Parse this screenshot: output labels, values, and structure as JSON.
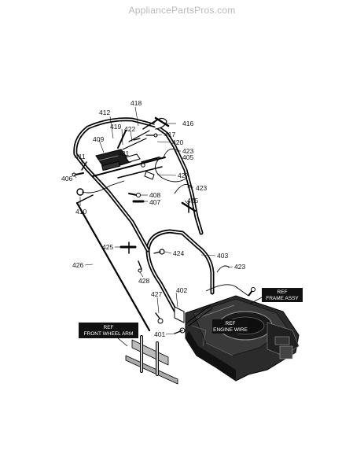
{
  "watermark": "AppliancePartsPros.com",
  "labels": {
    "p401": "401",
    "p402": "402",
    "p403": "403",
    "p405": "405",
    "p406": "406",
    "p407": "407",
    "p408": "408",
    "p409": "409",
    "p410": "410",
    "p411": "411",
    "p412": "412",
    "p415": "415",
    "p416": "416",
    "p417": "417",
    "p418": "418",
    "p419": "419",
    "p420": "420",
    "p421": "421",
    "p422": "422",
    "p423a": "423",
    "p423b": "423",
    "p423c": "423",
    "p424": "424",
    "p425": "425",
    "p426": "426",
    "p427a": "427",
    "p427b": "427",
    "p428": "428"
  },
  "refs": {
    "frame": [
      "REF",
      "FRAME ASSY"
    ],
    "engine": [
      "REF",
      "ENGINE WIRE"
    ],
    "wheel": [
      "REF",
      "FRONT WHEEL ARM"
    ]
  }
}
